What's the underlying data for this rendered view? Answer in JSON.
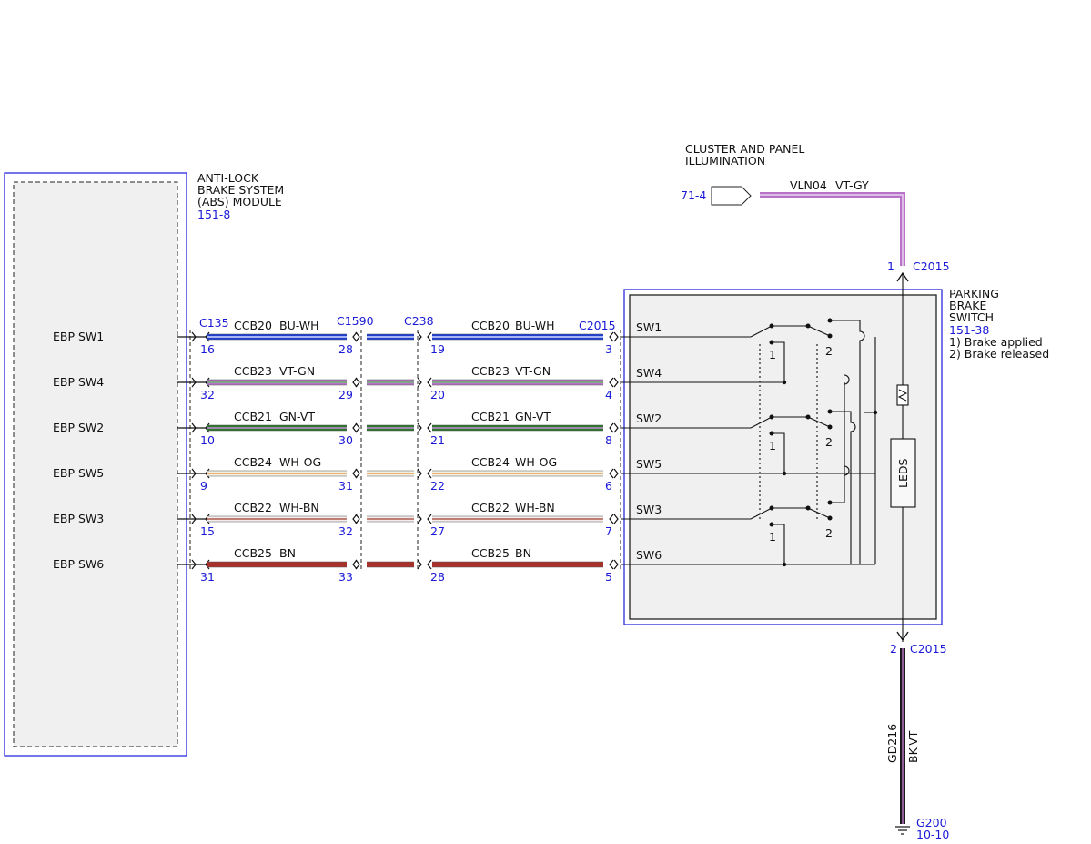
{
  "abs_module": {
    "title_lines": [
      "ANTI-LOCK",
      "BRAKE SYSTEM",
      "(ABS) MODULE"
    ],
    "ref": "151-8"
  },
  "cluster": {
    "title_lines": [
      "CLUSTER AND PANEL",
      "ILLUMINATION"
    ],
    "ref": "71-4",
    "circuit": "VLN04",
    "color": "VT-GY",
    "pin": "1",
    "connector": "C2015"
  },
  "parking_brake_switch": {
    "title_lines": [
      "PARKING",
      "BRAKE",
      "SWITCH"
    ],
    "ref": "151-38",
    "notes": [
      "1) Brake applied",
      "2) Brake released"
    ],
    "leds_label": "LEDS"
  },
  "connectors": {
    "abs": "C135",
    "inline1": "C1590",
    "inline2": "C238",
    "switch": "C2015"
  },
  "ground": {
    "pin": "2",
    "connector": "C2015",
    "circuit": "GD216",
    "color": "BK-VT",
    "point": "G200",
    "ref": "10-10"
  },
  "contact_labels": [
    "1",
    "2"
  ],
  "wires": [
    {
      "ebp": "EBP SW1",
      "circuit": "CCB20",
      "color": "BU-WH",
      "p1": "16",
      "p2": "28",
      "p3": "19",
      "p4": "3",
      "sw": "SW1",
      "base": "#1f3fd0",
      "stripe": "#d6dcff"
    },
    {
      "ebp": "EBP SW4",
      "circuit": "CCB23",
      "color": "VT-GN",
      "p1": "32",
      "p2": "29",
      "p3": "20",
      "p4": "4",
      "sw": "SW4",
      "base": "#b873c8",
      "stripe": "#6fb86f"
    },
    {
      "ebp": "EBP SW2",
      "circuit": "CCB21",
      "color": "GN-VT",
      "p1": "10",
      "p2": "30",
      "p3": "21",
      "p4": "8",
      "sw": "SW2",
      "base": "#2a7a2a",
      "stripe": "#c98be0"
    },
    {
      "ebp": "EBP SW5",
      "circuit": "CCB24",
      "color": "WH-OG",
      "p1": "9",
      "p2": "31",
      "p3": "22",
      "p4": "6",
      "sw": "SW5",
      "base": "#f3efe4",
      "stripe": "#e8a248"
    },
    {
      "ebp": "EBP SW3",
      "circuit": "CCB22",
      "color": "WH-BN",
      "p1": "15",
      "p2": "32",
      "p3": "27",
      "p4": "7",
      "sw": "SW3",
      "base": "#f2ecec",
      "stripe": "#b05a4e"
    },
    {
      "ebp": "EBP SW6",
      "circuit": "CCB25",
      "color": "BN",
      "p1": "31",
      "p2": "33",
      "p3": "28",
      "p4": "5",
      "sw": "SW6",
      "base": "#a8322b",
      "stripe": "#a8322b"
    }
  ]
}
